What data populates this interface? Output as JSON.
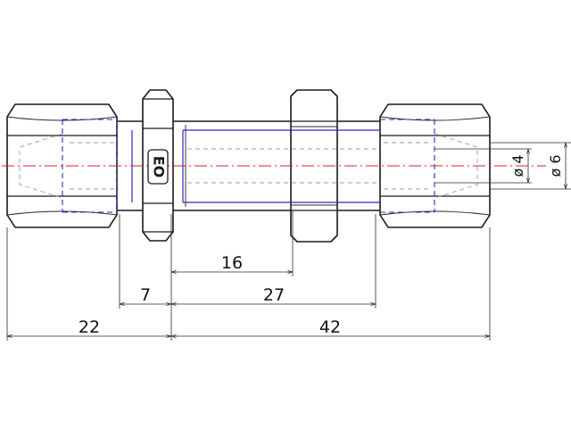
{
  "drawing": {
    "logo": {
      "text": "EO"
    },
    "dimensions": {
      "length_16": "16",
      "length_7": "7",
      "length_27": "27",
      "length_22": "22",
      "length_42": "42",
      "bore_inner": "ø 4",
      "bore_outer": "ø 6"
    }
  },
  "colors": {
    "outline": "#1a1a1a",
    "hidden_lines": "#2b2bc8",
    "centerline": "#d62020"
  }
}
